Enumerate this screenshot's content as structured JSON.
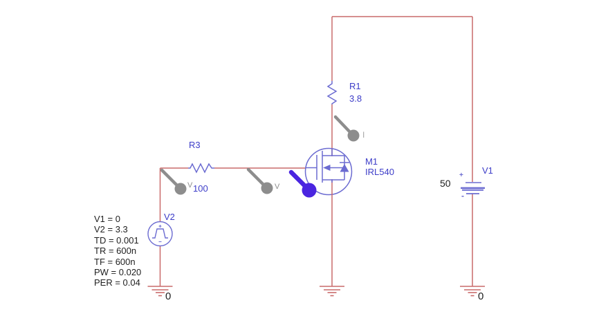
{
  "colors": {
    "wire": "#c96a6a",
    "symbol": "#6b6bd1",
    "label_blue": "#3c3cc8",
    "text_black": "#1e1e1e",
    "probe_gray": "#8d8d8d",
    "probe_gray_light": "#a5a5a5",
    "probe_blue": "#4a25e0"
  },
  "sources": {
    "v2": {
      "name": "V2",
      "params": {
        "0": "V1 = 0",
        "1": "V2 = 3.3",
        "2": "TD = 0.001",
        "3": "TR = 600n",
        "4": "TF = 600n",
        "5": "PW = 0.020",
        "6": "PER = 0.04"
      }
    },
    "v1": {
      "name": "V1",
      "value": "50",
      "plus": "+",
      "minus": "-"
    }
  },
  "resistors": {
    "r3": {
      "name": "R3",
      "value": "100"
    },
    "r1": {
      "name": "R1",
      "value": "3.8"
    }
  },
  "mosfet": {
    "name": "M1",
    "model": "IRL540"
  },
  "grounds": {
    "left_label": "0",
    "right_label": "0"
  },
  "probes": {
    "gate_corner": {
      "label": "V"
    },
    "gate_mid": {
      "label": "V"
    },
    "drain_current": {
      "label": "I"
    }
  }
}
